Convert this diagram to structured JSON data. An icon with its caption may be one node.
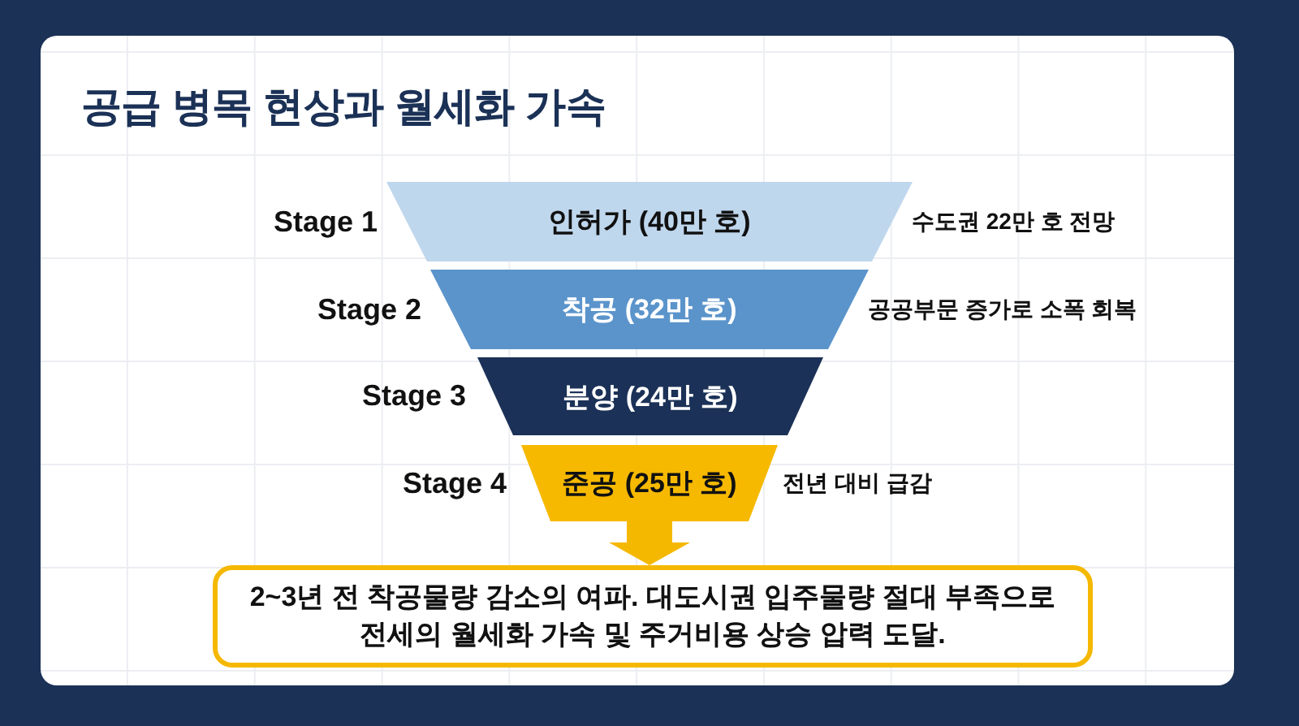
{
  "diagram": {
    "title": "공급 병목 현상과 월세화 가속",
    "nodes": [
      {
        "text": [
          "인허가 (40만 호)"
        ],
        "beside": [
          "Stage 1",
          "수도권 22만 호 전망"
        ]
      },
      {
        "text": [
          "착공 (32만 호)"
        ],
        "beside": [
          "Stage 2",
          "공공부문 증가로 소폭 회복"
        ]
      },
      {
        "text": [
          "분양 (24만 호)"
        ],
        "beside": [
          "Stage 3"
        ]
      },
      {
        "text": [
          "준공 (25만 호)"
        ],
        "beside": [
          "Stage 4",
          "전년 대비 급감"
        ]
      },
      {
        "text": [
          "2~3년 전 착공물량 감소의 여파. 대도시권 입주물량 절대 부족으로 전세의 월세화 가속 및 주거비용 상승 압력 도달."
        ]
      }
    ],
    "edges": [
      {
        "from": 3,
        "to": 4,
        "arrow": "to"
      }
    ]
  }
}
